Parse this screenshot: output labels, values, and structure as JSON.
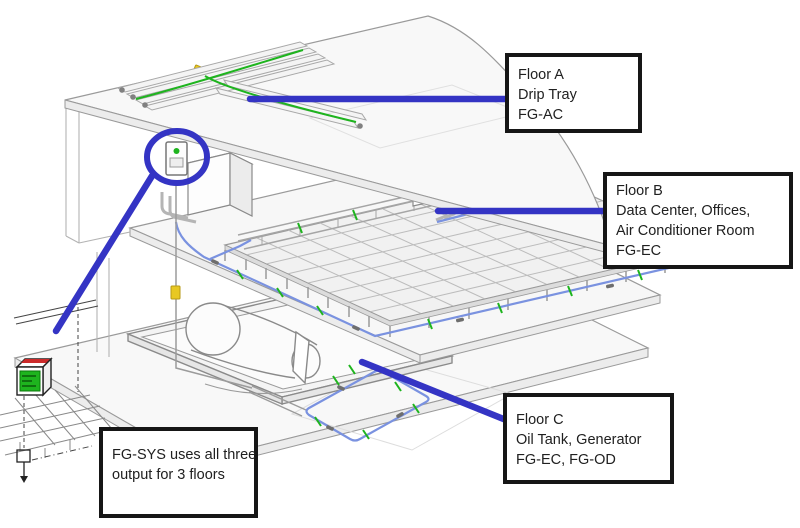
{
  "callouts": {
    "floor_a": {
      "lines": [
        "Floor A",
        "Drip Tray",
        "FG-AC"
      ]
    },
    "floor_b": {
      "lines": [
        "Floor B",
        "Data Center, Offices,",
        "Air Conditioner Room",
        "FG-EC"
      ]
    },
    "floor_c": {
      "lines": [
        "Floor C",
        "Oil Tank, Generator",
        "FG-EC, FG-OD"
      ]
    },
    "note": {
      "lines": [
        "FG-SYS uses all three",
        "output for 3 floors"
      ]
    }
  },
  "colors": {
    "callout_line": "#3434c4",
    "sense_cable_blue": "#7a92e0",
    "sensor_cable_green": "#1eb41e",
    "connector_yellow": "#e8c822",
    "device_red": "#cc2b2b",
    "box_border": "#161616"
  }
}
